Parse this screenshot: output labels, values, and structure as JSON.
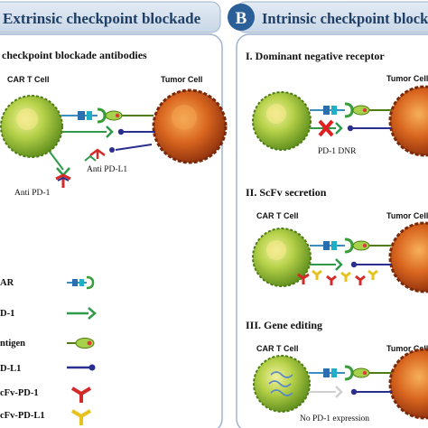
{
  "panel_a": {
    "header": "Extrinsic checkpoint blockade",
    "section_title": "checkpoint blockade antibodies",
    "car_t_label": "CAR T Cell",
    "tumor_label": "Tumor Cell",
    "anti_pd1_label": "Anti PD-1",
    "anti_pdl1_label": "Anti PD-L1"
  },
  "panel_b": {
    "badge": "B",
    "header": "Intrinsic checkpoint blockade",
    "sections": [
      {
        "title": "I. Dominant negative receptor",
        "car_t_label": "",
        "tumor_label": "Tumor Cell",
        "caption": "PD-1 DNR"
      },
      {
        "title": "II. ScFv secretion",
        "car_t_label": "CAR T Cell",
        "tumor_label": "Tumor Cell",
        "caption": ""
      },
      {
        "title": "III. Gene editing",
        "car_t_label": "CAR T Cell",
        "tumor_label": "Tumor Cell",
        "caption": "No PD-1 expression"
      }
    ]
  },
  "legend": {
    "items": [
      {
        "label": "AR",
        "icon": "car-receptor-icon"
      },
      {
        "label": "D-1",
        "icon": "pd1-receptor-icon"
      },
      {
        "label": "ntigen",
        "icon": "antigen-icon"
      },
      {
        "label": "D-L1",
        "icon": "pdl1-icon"
      },
      {
        "label": "cFv-PD-1",
        "icon": "scfv-pd1-icon"
      },
      {
        "label": "cFv-PD-L1",
        "icon": "scfv-pdl1-icon"
      }
    ]
  },
  "colors": {
    "header_bg": "#d3dfec",
    "panel_border": "#9fb3cc",
    "badge_bg": "#2b5f97",
    "car_t_cell": "#8fbf2f",
    "tumor_cell": "#c5501c",
    "pd1": "#2f9a4a",
    "pdl1": "#2a2f8f",
    "scfv_pd1": "#d42a2a",
    "scfv_pdl1": "#e6c21e",
    "dnr_block": "#e02020"
  }
}
